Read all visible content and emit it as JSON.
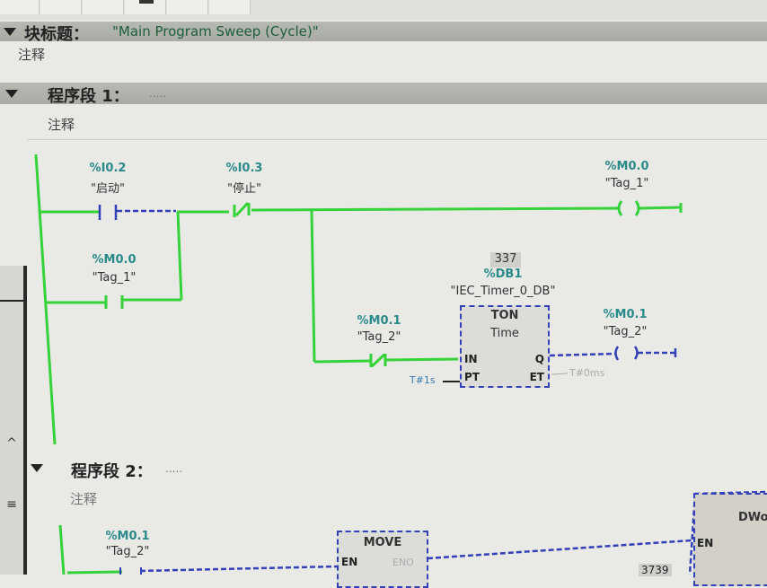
{
  "block_header": {
    "label": "块标题：",
    "value": "\"Main Program Sweep (Cycle)\"",
    "comment": "注释"
  },
  "networks": [
    {
      "label": "程序段 1：",
      "title_placeholder": ".....",
      "comment": "注释",
      "contacts": [
        {
          "address": "%I0.2",
          "tag": "\"启动\"",
          "type": "NO",
          "state": "inactive"
        },
        {
          "address": "%I0.3",
          "tag": "\"停止\"",
          "type": "NC",
          "state": "active"
        },
        {
          "address": "%M0.0",
          "tag": "\"Tag_1\"",
          "type": "NO",
          "state": "active"
        },
        {
          "address": "%M0.1",
          "tag": "\"Tag_2\"",
          "type": "NC",
          "state": "active"
        }
      ],
      "coils": [
        {
          "address": "%M0.0",
          "tag": "\"Tag_1\"",
          "state": "active"
        },
        {
          "address": "%M0.1",
          "tag": "\"Tag_2\"",
          "state": "inactive"
        }
      ],
      "timer": {
        "instance_number": "337",
        "db_address": "%DB1",
        "db_name": "\"IEC_Timer_0_DB\"",
        "type": "TON",
        "subtype": "Time",
        "pins": {
          "in": "IN",
          "pt": "PT",
          "q": "Q",
          "et": "ET"
        },
        "pt_value": "T#1s",
        "et_value": "T#0ms"
      }
    },
    {
      "label": "程序段 2：",
      "title_placeholder": ".....",
      "comment": "注释",
      "contact": {
        "address": "%M0.1",
        "tag": "\"Tag_2\"",
        "type": "P"
      },
      "move_block": {
        "title": "MOVE",
        "en": "EN",
        "eno": "ENO"
      },
      "value_readout": "3739",
      "next_block": {
        "title": "DWor",
        "en": "EN"
      }
    }
  ],
  "left_panel": {
    "scroll_up": "^",
    "menu": "≡"
  },
  "colors": {
    "powerflow": "#35d23a",
    "inactive": "#3440b8",
    "operand": "#2a8a8a",
    "header_bar": "#aeb0aa"
  }
}
